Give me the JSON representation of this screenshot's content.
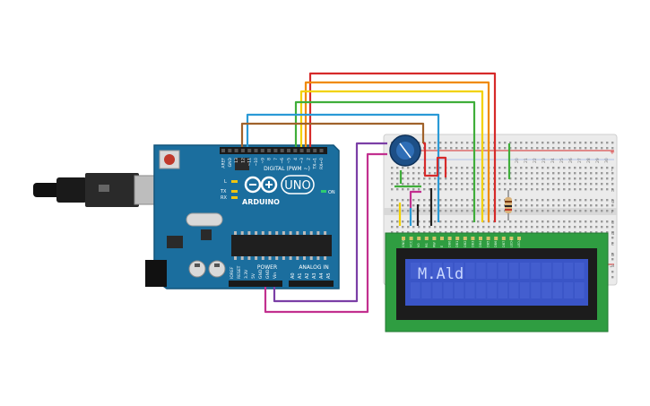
{
  "arduino": {
    "brand_label": "ARDUINO",
    "model_label": "UNO",
    "digital_label": "DIGITAL (PWM ~)",
    "power_label": "POWER",
    "analog_label": "ANALOG IN",
    "on_label": "ON",
    "l_label": "L",
    "tx_label": "TX",
    "rx_label": "RX",
    "top_pins": [
      "AREF",
      "GND",
      "13",
      "12",
      "~11",
      "~10",
      "~9",
      "8",
      "7",
      "~6",
      "~5",
      "4",
      "~3",
      "2",
      "TX→1",
      "RX←0"
    ],
    "power_pins": [
      "IOREF",
      "RESET",
      "3.3V",
      "5V",
      "GND",
      "GND",
      "Vin"
    ],
    "analog_pins": [
      "A0",
      "A1",
      "A2",
      "A3",
      "A4",
      "A5"
    ],
    "board_color": "#1b6e9e"
  },
  "breadboard": {
    "col_numbers": [
      "20",
      "21",
      "22",
      "23",
      "24",
      "25",
      "26",
      "27",
      "28",
      "29",
      "30"
    ],
    "row_letters": [
      "j",
      "i",
      "h",
      "g",
      "f",
      "e",
      "d",
      "c",
      "b",
      "a"
    ],
    "plus_label": "+",
    "minus_label": "-"
  },
  "lcd": {
    "display_text": "M.Ald",
    "pin_labels": [
      "GND",
      "VCC",
      "V0",
      "RS",
      "RW",
      "E",
      "DB0",
      "DB1",
      "DB2",
      "DB3",
      "DB4",
      "DB5",
      "DB6",
      "DB7",
      "LED+",
      "LED-"
    ],
    "pcb_color": "#2f9d41",
    "screen_color": "#3a55c7",
    "text_color": "#c9d7ff"
  },
  "wire_colors": {
    "red": "#d62a2a",
    "orange": "#f08a00",
    "yellow": "#f2d200",
    "green": "#3fae3a",
    "blue": "#2a9ad6",
    "brown": "#a0622b",
    "purple": "#7b3fa6",
    "magenta": "#c2308f",
    "black": "#222222"
  }
}
